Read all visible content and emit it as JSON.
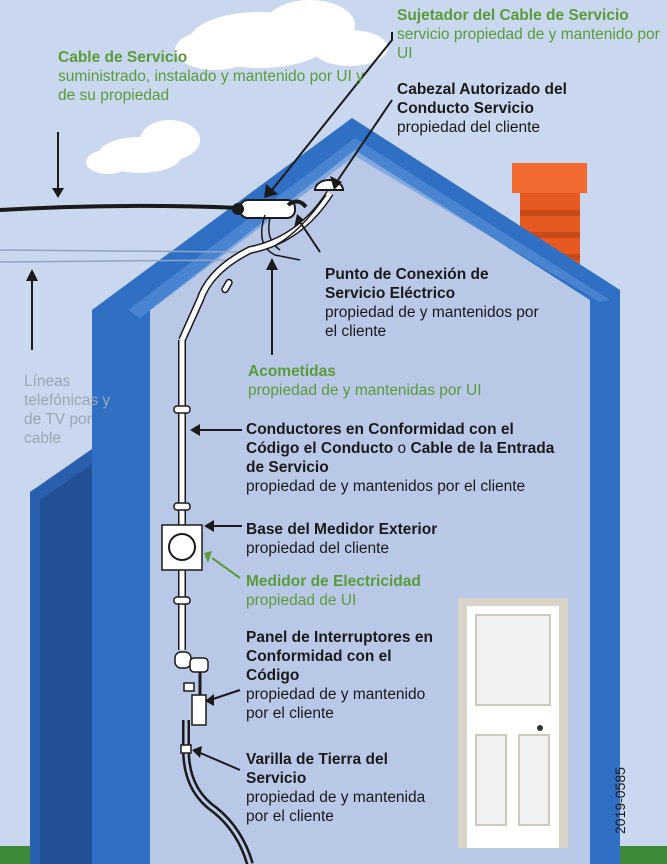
{
  "labels": {
    "service_cable": {
      "title": "Cable de Servicio",
      "desc": "suministrado, instalado y mantenido por UI y de su propiedad"
    },
    "service_cable_clamp": {
      "title": "Sujetador del Cable de Servicio",
      "desc": "servicio propiedad de y mantenido por UI"
    },
    "conduit_head": {
      "title": "Cabezal Autorizado del Conducto Servicio",
      "desc": "propiedad del cliente"
    },
    "connection_point": {
      "title": "Punto de Conexión de Servicio Eléctrico",
      "desc": "propiedad de y mantenidos por el cliente"
    },
    "service_drops": {
      "title": "Acometidas",
      "desc": "propiedad de y mantenidas por UI"
    },
    "phone_lines": {
      "text": "Líneas telefónicas y de TV por cable"
    },
    "conductors": {
      "title_a": "Conductores en Conformidad con el Código el Conducto",
      "connector": "o",
      "title_b": "Cable de la Entrada de Servicio",
      "desc": "propiedad de y mantenidos por el cliente"
    },
    "meter_base": {
      "title": "Base del Medidor Exterior",
      "desc": "propiedad del cliente"
    },
    "meter": {
      "title": "Medidor de Electricidad",
      "desc": "propiedad de UI"
    },
    "breaker_panel": {
      "title": "Panel de Interruptores en Conformidad con el Código",
      "desc": "propiedad de y mantenido por el cliente"
    },
    "ground_rod": {
      "title": "Varilla de Tierra del Servicio",
      "desc": "propiedad de y mantenida por el cliente"
    }
  },
  "code": "2019-0585",
  "colors": {
    "sky": "#c9d8ee",
    "house_blue": "#2f6fc4",
    "house_wall": "#b9c8e6",
    "chimney": "#f26a30",
    "grass": "#3f8a3a",
    "label_green": "#5b9b3a"
  }
}
